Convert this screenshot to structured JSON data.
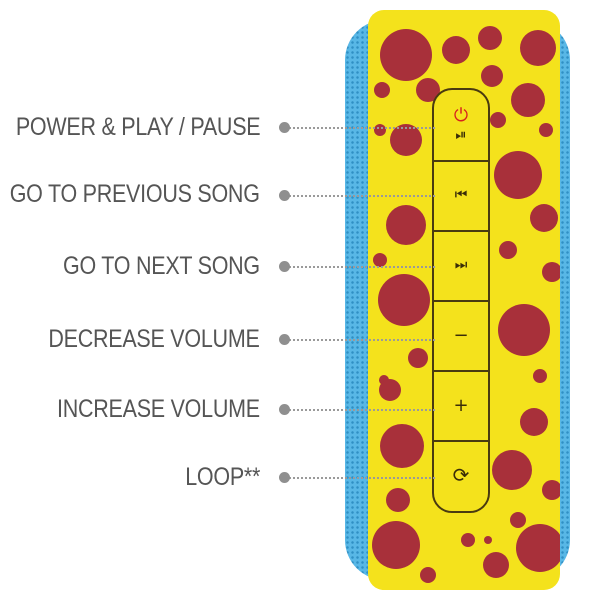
{
  "labels": [
    "POWER & PLAY / PAUSE",
    "GO TO PREVIOUS SONG",
    "GO TO NEXT SONG",
    "DECREASE VOLUME",
    "INCREASE VOLUME",
    "LOOP**"
  ],
  "buttons": {
    "power_glyph": "⏻",
    "play_pause_glyph": "⏯",
    "previous_glyph": "⏮",
    "next_glyph": "⏭",
    "minus_glyph": "−",
    "plus_glyph": "+",
    "loop_glyph": "⟳"
  },
  "colors": {
    "speaker_body": "#f4e21c",
    "polka_dots": "#a8303a",
    "speaker_grille": "#58b7e6",
    "power_icon": "#d6221e",
    "label_text": "#555555"
  }
}
